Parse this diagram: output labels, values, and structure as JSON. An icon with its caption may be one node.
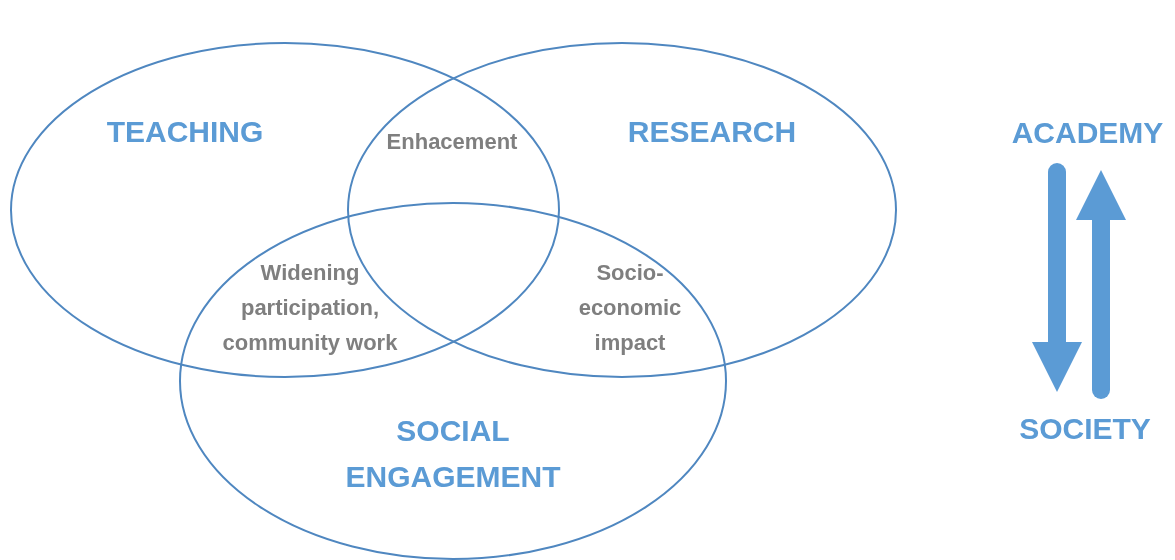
{
  "diagram": {
    "nodes": [
      {
        "text": [
          "TEACHING"
        ]
      },
      {
        "text": [
          "RESEARCH"
        ]
      },
      {
        "text": [
          "SOCIAL ENGAGEMENT"
        ]
      },
      {
        "text": [
          "ACADEMY"
        ]
      },
      {
        "text": [
          "SOCIETY"
        ]
      }
    ],
    "edges": [
      {
        "from": 3,
        "to": 4,
        "arrow": "to"
      },
      {
        "from": 4,
        "to": 3,
        "arrow": "to"
      }
    ],
    "labels": [
      "Enhacement",
      "Widening participation, community work",
      "Socio-economic impact"
    ]
  }
}
